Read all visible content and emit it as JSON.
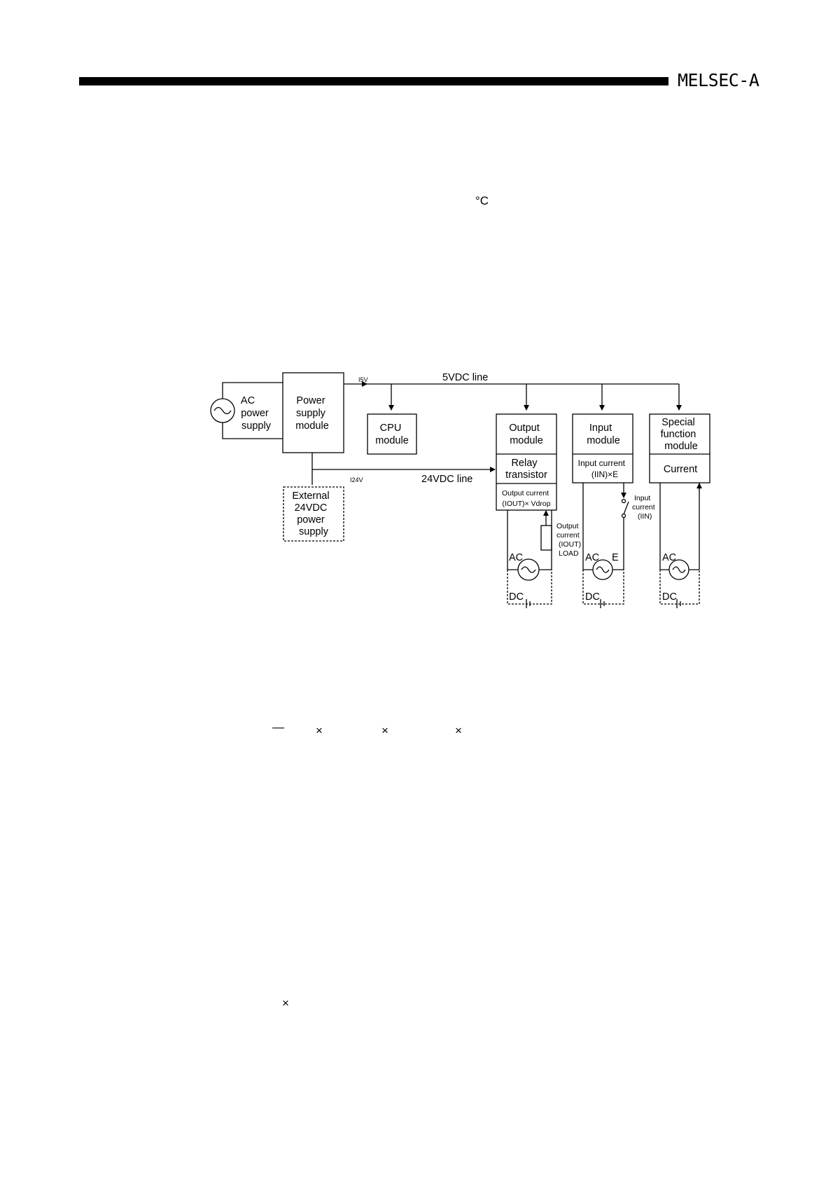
{
  "header": {
    "title": "MELSEC-A"
  },
  "page": {
    "degree_symbol": "°C"
  },
  "formula": {
    "dash": "—",
    "times1": "×",
    "times2": "×",
    "times3": "×",
    "times4": "×"
  },
  "diagram": {
    "ac_source": [
      "AC",
      "power",
      "supply"
    ],
    "power_supply": [
      "Power",
      "supply",
      "module"
    ],
    "i5v": "I5V",
    "line_5v": "5VDC line",
    "i24v": "I24V",
    "line_24v": "24VDC line",
    "cpu": [
      "CPU",
      "module"
    ],
    "ext_psu": [
      "External",
      "24VDC",
      "power",
      "supply"
    ],
    "output_module": [
      "Output",
      "module"
    ],
    "relay": [
      "Relay",
      "transistor"
    ],
    "out_current_top": "Output current",
    "out_current_bottom": "(IOUT)× Vdrop",
    "out_current_side": [
      "Output",
      "current",
      "(IOUT)",
      "LOAD"
    ],
    "input_module": [
      "Input",
      "module"
    ],
    "in_current": [
      "Input current",
      "(IIN)×E"
    ],
    "in_current_side": [
      "Input",
      "current",
      "(IIN)"
    ],
    "special_module": [
      "Special",
      "function",
      "module"
    ],
    "current": "Current",
    "ac": "AC",
    "dc": "DC",
    "e": "E"
  }
}
